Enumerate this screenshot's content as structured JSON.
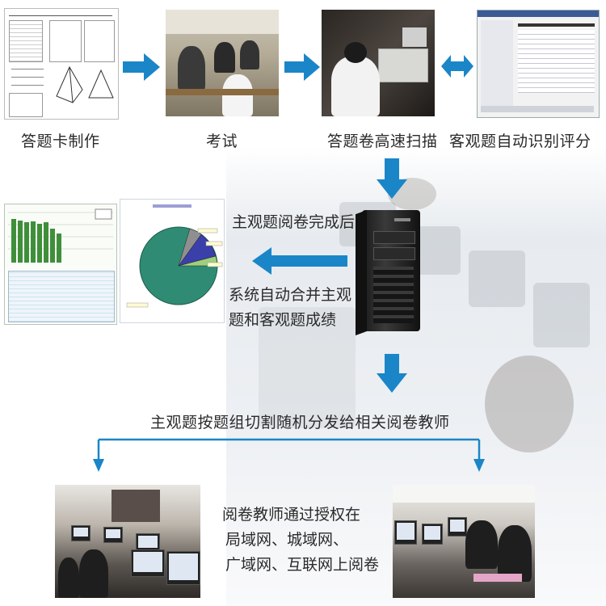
{
  "steps": {
    "step1": "答题卡制作",
    "step2": "考试",
    "step3": "答题卷高速扫描",
    "step4": "客观题自动识别评分"
  },
  "middle": {
    "line1": "主观题阅卷完成后",
    "line2": "系统自动合并主观",
    "line3": "题和客观题成绩"
  },
  "distribution": "主观题按题组切割随机分发给相关阅卷教师",
  "teachers": {
    "line1": "阅卷教师通过授权在",
    "line2": "局域网、城域网、",
    "line3": "广域网、互联网上阅卷"
  },
  "colors": {
    "arrow": "#1a86c8",
    "connector": "#1a86c8",
    "pie_main": "#2f8b74",
    "pie_blue": "#3a3faa",
    "pie_gray": "#8f8f8f",
    "pie_light": "#9ed07a",
    "bar_green": "#3f8f3a"
  },
  "icons": {
    "server": "server-icon",
    "arrow_right": "arrow-right-icon",
    "arrow_left": "arrow-left-icon",
    "arrow_down": "arrow-down-icon",
    "arrow_both": "arrow-double-icon"
  }
}
